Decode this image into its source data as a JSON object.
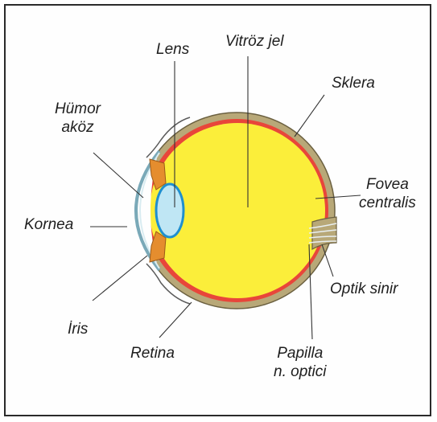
{
  "labels": {
    "lens": "Lens",
    "vitroz_jel": "Vitröz jel",
    "sklera": "Sklera",
    "humor_line1": "Hümor",
    "humor_line2": "aköz",
    "fovea_line1": "Fovea",
    "fovea_line2": "centralis",
    "kornea": "Kornea",
    "optik_sinir": "Optik sinir",
    "iris": "İris",
    "retina": "Retina",
    "papilla_line1": "Papilla",
    "papilla_line2": "n. optici"
  },
  "colors": {
    "vitreous": "#fbee3a",
    "choroid": "#e8463a",
    "sclera": "#b8a878",
    "lens": "#bfe6f4",
    "lens_outline": "#1f8fcf",
    "aqueous": "#f6f6d2",
    "iris": "#e58d2e",
    "cornea": "#d9ecf1"
  }
}
